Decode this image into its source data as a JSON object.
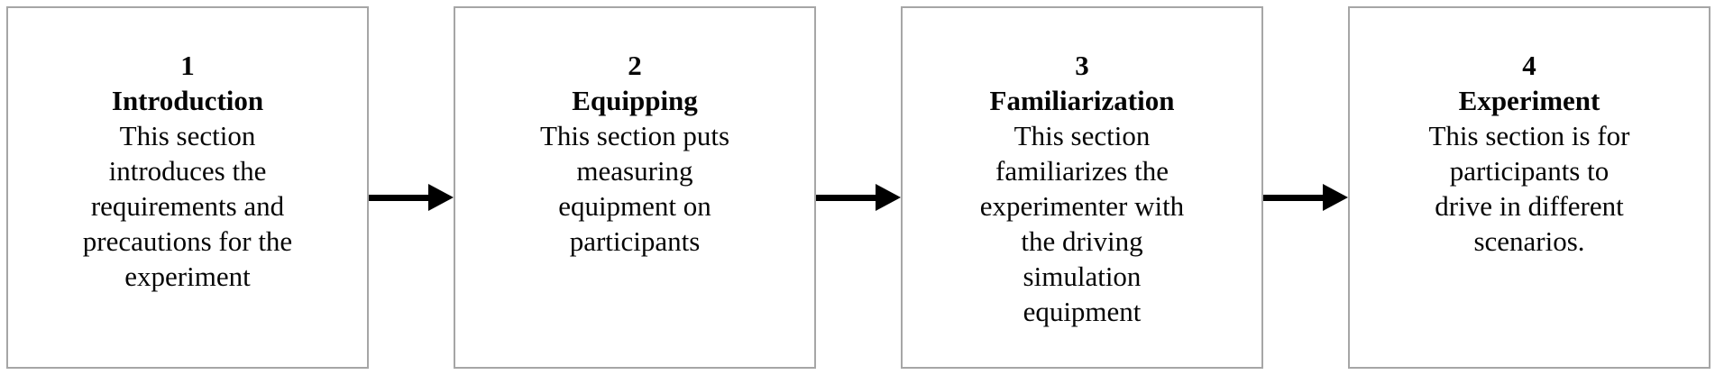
{
  "diagram": {
    "title": "experiment-procedure-flowchart",
    "colors": {
      "box_border": "#a6a6a6",
      "text": "#050505",
      "arrow": "#000000",
      "background": "#ffffff"
    },
    "steps": [
      {
        "number": "1",
        "title": "Introduction",
        "description": "This section\nintroduces the\nrequirements and\nprecautions for the\nexperiment"
      },
      {
        "number": "2",
        "title": "Equipping",
        "description": "This section puts\nmeasuring\nequipment on\nparticipants"
      },
      {
        "number": "3",
        "title": "Familiarization",
        "description": "This section\nfamiliarizes the\nexperimenter with\nthe driving\nsimulation\nequipment"
      },
      {
        "number": "4",
        "title": "Experiment",
        "description": "This section is for\nparticipants to\ndrive in different\nscenarios."
      }
    ]
  }
}
